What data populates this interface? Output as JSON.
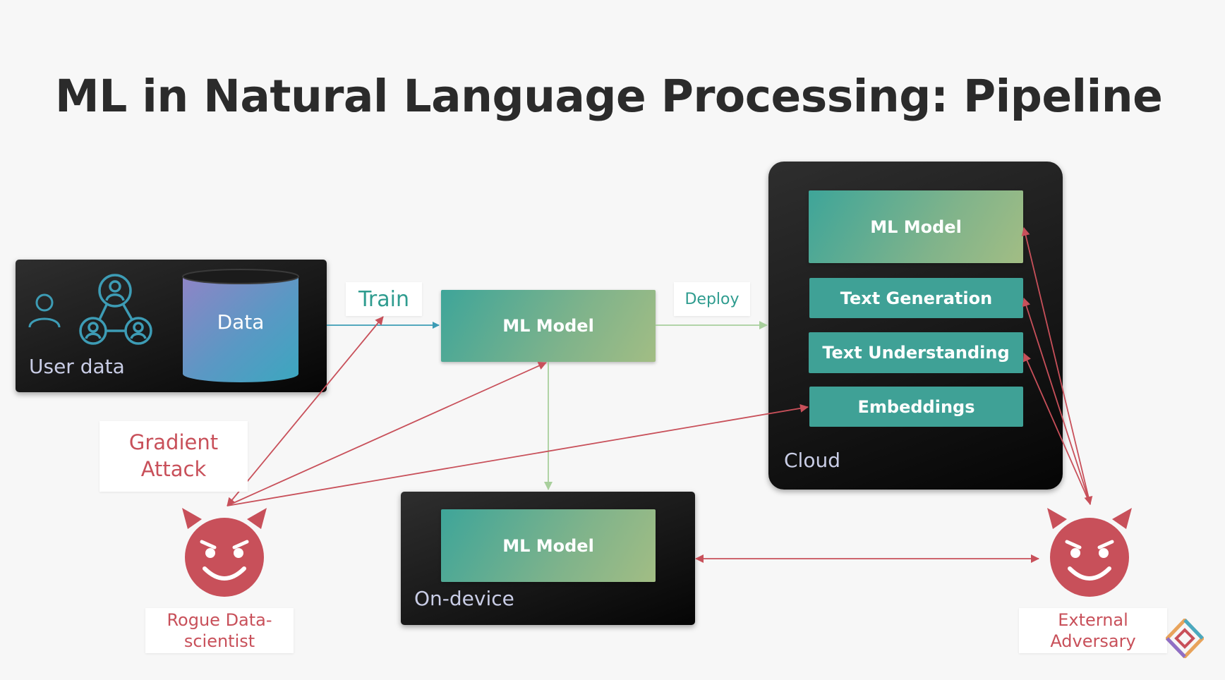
{
  "slide": {
    "title": "ML in Natural Language Processing: Pipeline"
  },
  "user_data_panel": {
    "label": "User data",
    "data_label": "Data",
    "icons": [
      "user-icon",
      "user-group-network-icon",
      "database-cylinder-icon"
    ]
  },
  "pipeline": {
    "train_label": "Train",
    "deploy_label": "Deploy",
    "center_model": "ML Model"
  },
  "cloud_panel": {
    "label": "Cloud",
    "model": "ML Model",
    "tasks": [
      "Text Generation",
      "Text Understanding",
      "Embeddings"
    ]
  },
  "ondevice_panel": {
    "label": "On-device",
    "model": "ML Model"
  },
  "attacks": {
    "gradient_attack": "Gradient Attack",
    "rogue_actor": "Rogue Data-scientist",
    "external_actor": "External Adversary"
  },
  "colors": {
    "accent_teal": "#3fa196",
    "attack_red": "#c8505a",
    "flow_blue": "#3d9cb5",
    "flow_green": "#a8cf9c",
    "title_text": "#2b2b2b",
    "background": "#f7f7f7"
  }
}
